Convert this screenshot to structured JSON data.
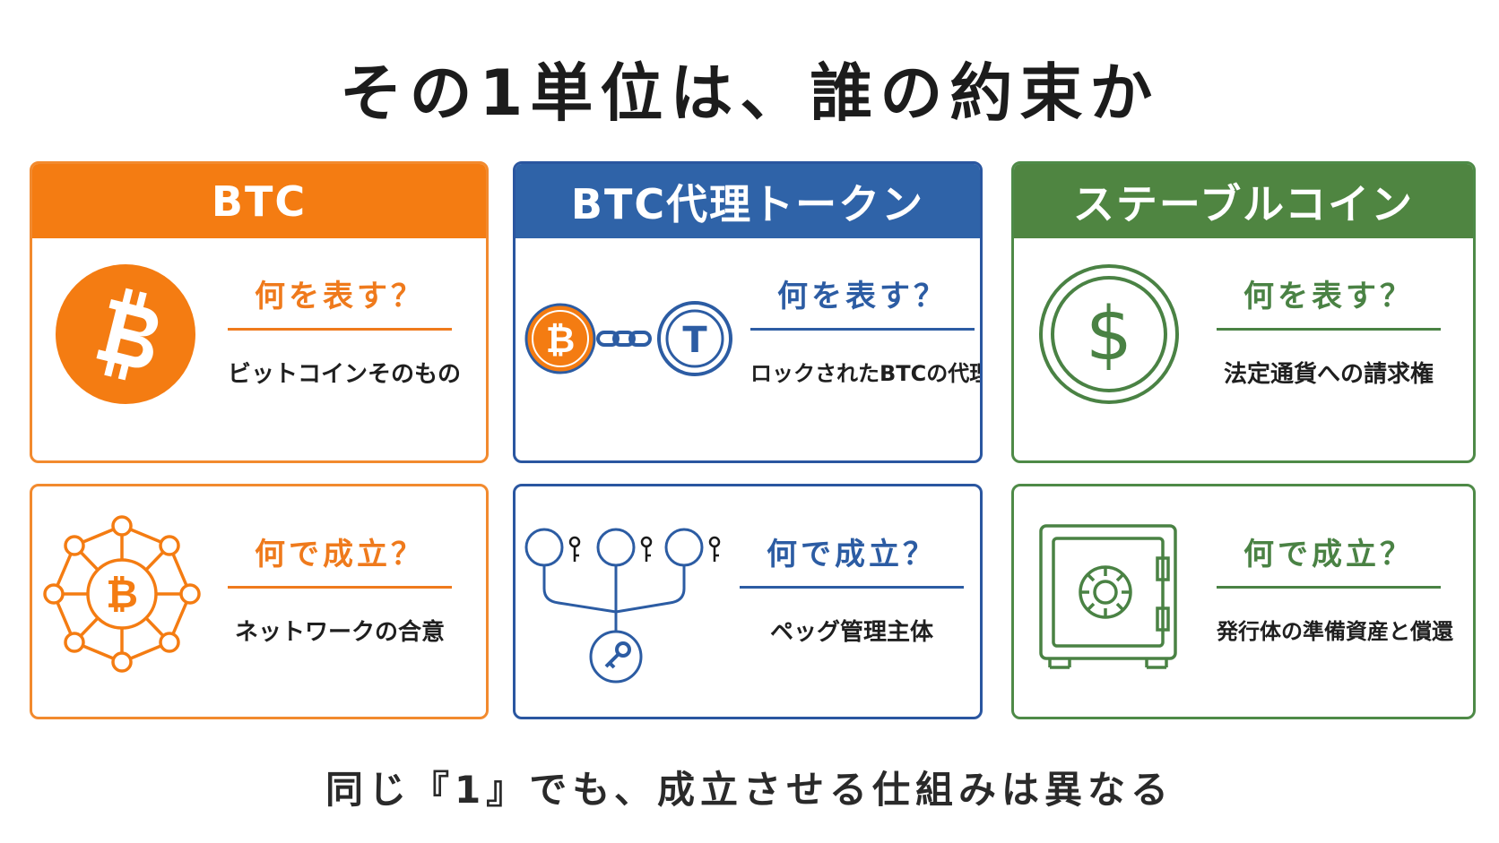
{
  "title": "その1単位は、誰の約束か",
  "footer": "同じ『1』でも、成立させる仕組みは異なる",
  "columns": [
    {
      "header": "BTC",
      "top": {
        "question": "何を表す？",
        "answer": "ビットコインそのもの",
        "icon": "bitcoin-coin-icon"
      },
      "bottom": {
        "question": "何で成立？",
        "answer": "ネットワークの合意",
        "icon": "network-consensus-icon"
      }
    },
    {
      "header": "BTC代理トークン",
      "top": {
        "question": "何を表す？",
        "answer": "ロックされたBTCの代理",
        "icon": "bitcoin-chain-token-icon",
        "token_letter": "T"
      },
      "bottom": {
        "question": "何で成立？",
        "answer": "ペッグ管理主体",
        "icon": "multisig-keys-icon"
      }
    },
    {
      "header": "ステーブルコイン",
      "top": {
        "question": "何を表す？",
        "answer": "法定通貨への請求権",
        "icon": "dollar-coin-icon",
        "symbol": "$"
      },
      "bottom": {
        "question": "何で成立？",
        "answer": "発行体の準備資産と償還",
        "icon": "safe-icon"
      }
    }
  ],
  "colors": {
    "btc": "#f47c12",
    "token": "#2f63a8",
    "stable": "#4f8541"
  }
}
